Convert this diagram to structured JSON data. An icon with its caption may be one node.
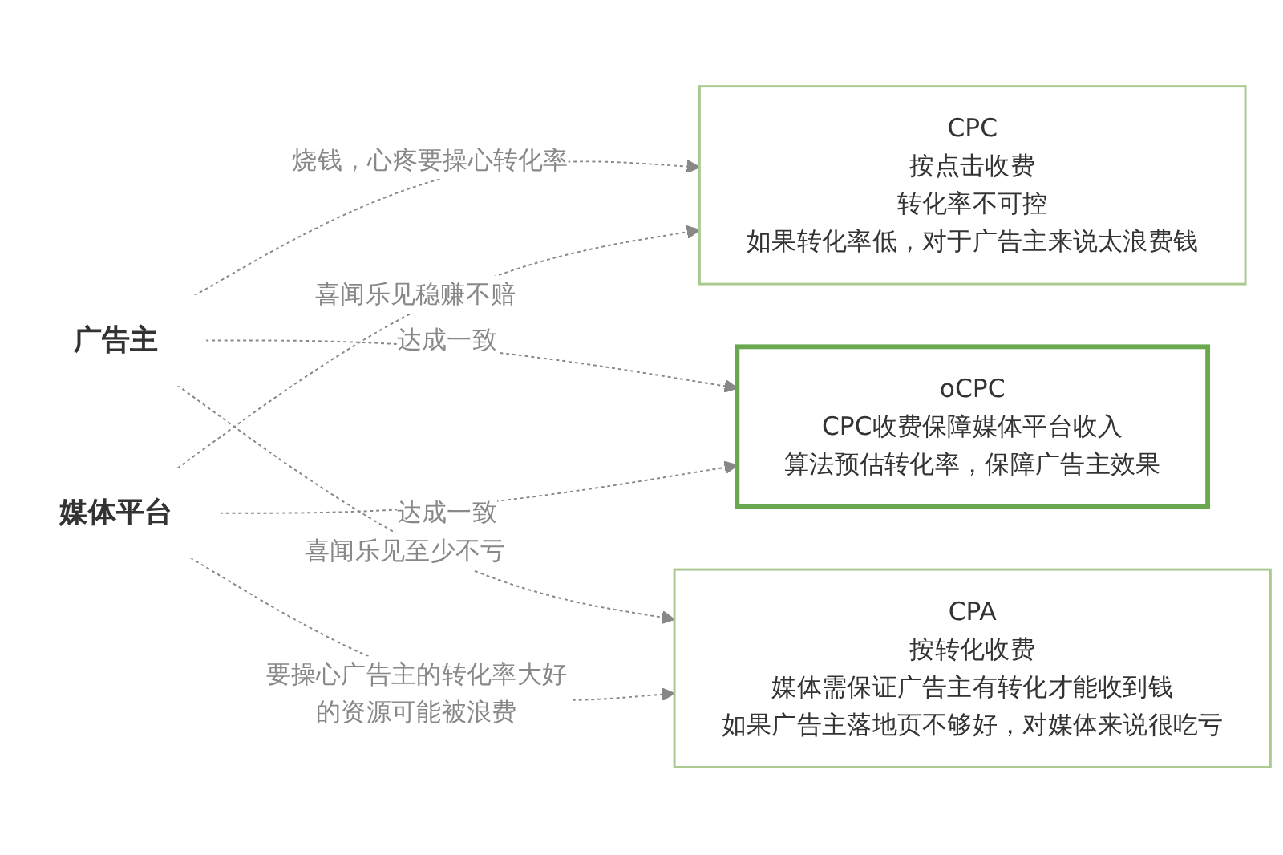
{
  "diagram": {
    "nodes": [
      {
        "text": [
          "广告主"
        ]
      },
      {
        "text": [
          "CPC",
          "按点击收费",
          "转化率不可控",
          "如果转化率低，对于广告主来说太浪费钱"
        ]
      },
      {
        "text": [
          "oCPC",
          "CPC收费保障媒体平台收入",
          "算法预估转化率，保障广告主效果"
        ]
      },
      {
        "text": [
          "CPA",
          "按转化收费",
          "媒体需保证广告主有转化才能收到钱",
          "如果广告主落地页不够好，对媒体来说很吃亏"
        ]
      },
      {
        "text": [
          "媒体平台"
        ]
      }
    ],
    "edges": [
      {
        "from": 0,
        "to": 1,
        "arrow": "to",
        "style": "dashed",
        "label": "烧钱，心疼要操心转化率"
      },
      {
        "from": 0,
        "to": 2,
        "arrow": "to",
        "style": "dashed",
        "label": "达成一致"
      },
      {
        "from": 0,
        "to": 3,
        "arrow": "to",
        "style": "dashed",
        "label": "喜闻乐见至少不亏"
      },
      {
        "from": 4,
        "to": 1,
        "arrow": "to",
        "style": "dashed",
        "label": "喜闻乐见稳赚不赔"
      },
      {
        "from": 4,
        "to": 2,
        "arrow": "to",
        "style": "dashed",
        "label": "达成一致"
      },
      {
        "from": 4,
        "to": 3,
        "arrow": "to",
        "style": "dashed",
        "label": "要操心广告主的转化率大好的资源可能被浪费"
      }
    ]
  }
}
